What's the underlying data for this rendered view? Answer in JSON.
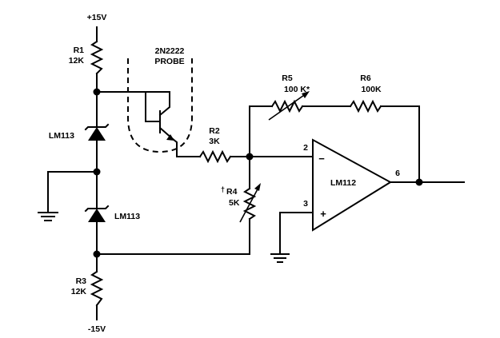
{
  "rails": {
    "positive": "+15V",
    "negative": "-15V"
  },
  "components": {
    "r1": {
      "ref": "R1",
      "value": "12K"
    },
    "r2": {
      "ref": "R2",
      "value": "3K"
    },
    "r3": {
      "ref": "R3",
      "value": "12K"
    },
    "r4": {
      "ref": "R4",
      "value": "5K",
      "mark": "†"
    },
    "r5": {
      "ref": "R5",
      "value": "100 K*"
    },
    "r6": {
      "ref": "R6",
      "value": "100K"
    },
    "d1": {
      "ref": "LM113"
    },
    "d2": {
      "ref": "LM113"
    },
    "q1": {
      "part": "2N2222",
      "role": "PROBE"
    },
    "u1": {
      "part": "LM112",
      "pin_inv": "2",
      "pin_noninv": "3",
      "pin_out": "6",
      "inv_sign": "−",
      "noninv_sign": "+"
    }
  }
}
